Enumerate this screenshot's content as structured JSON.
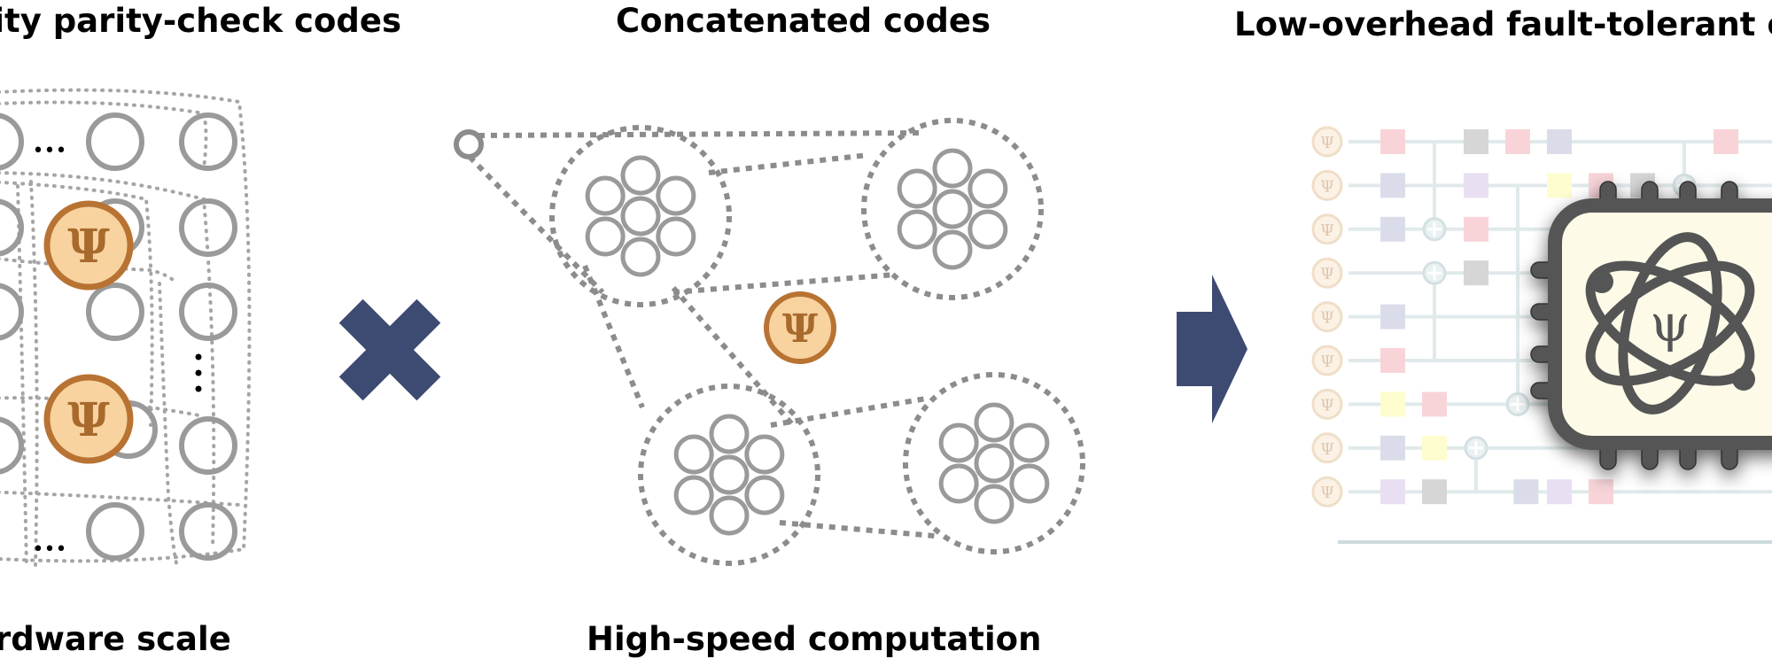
{
  "titles": {
    "left": "ity parity-check codes",
    "middle": "Concatenated codes",
    "right": "Low-overhead fault-tolerant c"
  },
  "captions": {
    "left": "rdware scale",
    "middle": "High-speed computation"
  },
  "symbols": {
    "psi": "Ψ",
    "psi_chip": "ψ",
    "ellipsis": "•••"
  },
  "colors": {
    "qubit_ring": "#9a9a9a",
    "psi_fill": "#f8d3a0",
    "psi_stroke": "#b87333",
    "operator_navy": "#3d4a72",
    "chip_body": "#555555",
    "chip_face": "#fdfbe8",
    "gate_pink": "#f4b8c0",
    "gate_gray": "#bcbcbc",
    "gate_blue": "#c3c8dc",
    "gate_purple": "#dccaec",
    "gate_yellow": "#fdfcb0",
    "wire": "#cddbde"
  },
  "circuit": {
    "rows": 9,
    "gates": [
      {
        "row": 0,
        "col": 1,
        "color": "pink"
      },
      {
        "row": 0,
        "col": 3,
        "color": "gray"
      },
      {
        "row": 0,
        "col": 4,
        "color": "pink"
      },
      {
        "row": 0,
        "col": 5,
        "color": "blue"
      },
      {
        "row": 0,
        "col": 9,
        "color": "pink"
      },
      {
        "row": 1,
        "col": 1,
        "color": "blue"
      },
      {
        "row": 1,
        "col": 3,
        "color": "purple"
      },
      {
        "row": 1,
        "col": 5,
        "color": "yellow"
      },
      {
        "row": 1,
        "col": 6,
        "color": "pink"
      },
      {
        "row": 1,
        "col": 7,
        "color": "gray"
      },
      {
        "row": 2,
        "col": 1,
        "color": "blue"
      },
      {
        "row": 2,
        "col": 3,
        "color": "pink"
      },
      {
        "row": 3,
        "col": 3,
        "color": "gray"
      },
      {
        "row": 4,
        "col": 1,
        "color": "blue"
      },
      {
        "row": 5,
        "col": 1,
        "color": "pink"
      },
      {
        "row": 6,
        "col": 1,
        "color": "yellow"
      },
      {
        "row": 6,
        "col": 2,
        "color": "pink"
      },
      {
        "row": 7,
        "col": 1,
        "color": "blue"
      },
      {
        "row": 7,
        "col": 2,
        "color": "yellow"
      },
      {
        "row": 8,
        "col": 1,
        "color": "purple"
      },
      {
        "row": 8,
        "col": 2,
        "color": "gray"
      },
      {
        "row": 8,
        "col": 4.2,
        "color": "blue"
      },
      {
        "row": 8,
        "col": 5,
        "color": "purple"
      },
      {
        "row": 8,
        "col": 6,
        "color": "pink"
      }
    ],
    "cnots": [
      {
        "control": 0,
        "target": 2,
        "col": 2
      },
      {
        "control": 5,
        "target": 3,
        "col": 2
      },
      {
        "control": 1,
        "target": 6,
        "col": 4
      },
      {
        "control": 8,
        "target": 7,
        "col": 3
      },
      {
        "control": 0,
        "target": 1,
        "col": 8
      }
    ]
  }
}
